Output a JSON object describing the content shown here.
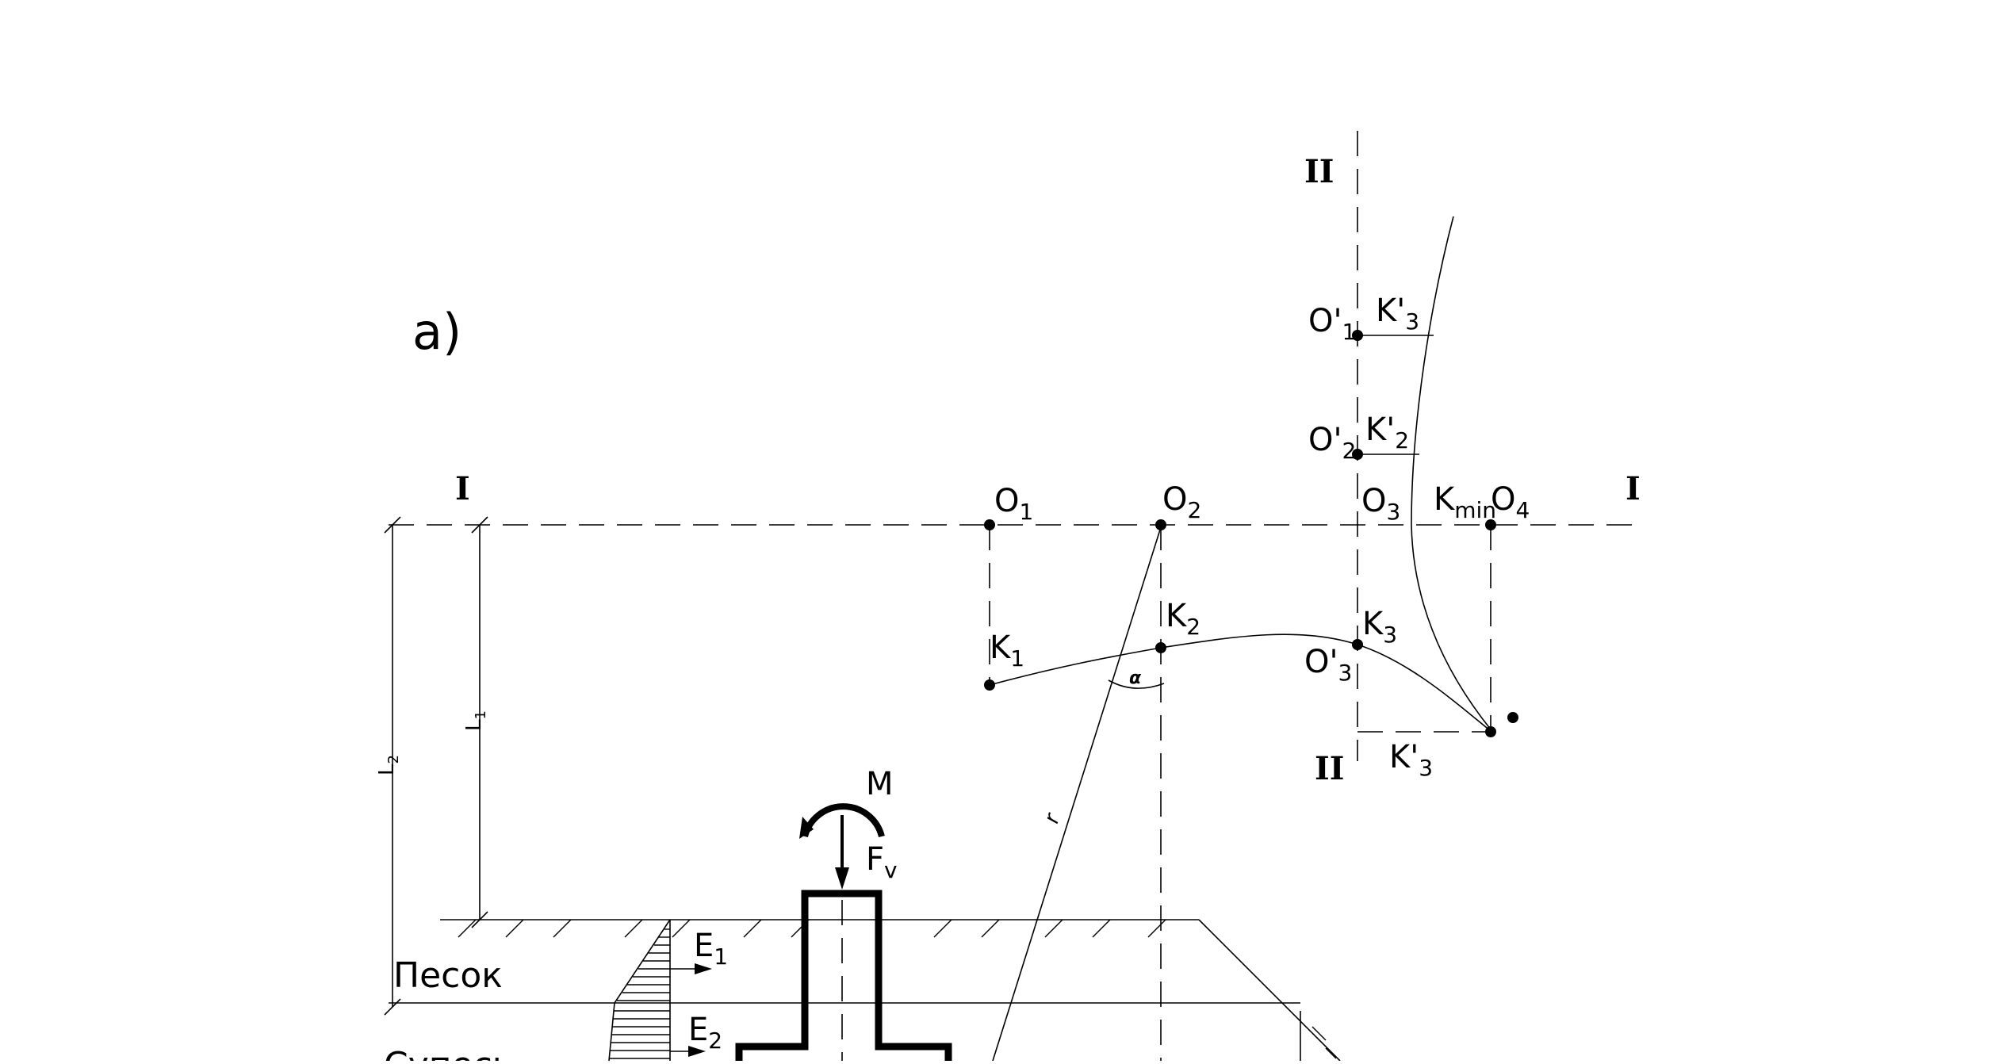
{
  "panel_label": "a)",
  "sections": {
    "horizontal": "I",
    "vertical": "II"
  },
  "points": {
    "O1": {
      "main": "O",
      "sub": "1"
    },
    "O2": {
      "main": "O",
      "sub": "2"
    },
    "O3": {
      "main": "O",
      "sub": "3"
    },
    "O4": {
      "main": "O",
      "sub": "4"
    },
    "O1p": {
      "main": "O'",
      "sub": "1"
    },
    "O2p": {
      "main": "O'",
      "sub": "2"
    },
    "O3p": {
      "main": "O'",
      "sub": "3"
    },
    "K1": {
      "main": "K",
      "sub": "1"
    },
    "K2": {
      "main": "K",
      "sub": "2"
    },
    "K3": {
      "main": "K",
      "sub": "3"
    },
    "K1p": {
      "main": "K'",
      "sub": "3"
    },
    "K2p": {
      "main": "K'",
      "sub": "2"
    },
    "K3p_bottom": {
      "main": "K'",
      "sub": "3"
    },
    "Kmin": {
      "main": "K",
      "sub": "min"
    }
  },
  "dimensions": {
    "L1": {
      "main": "L",
      "sub": "1"
    },
    "L2": {
      "main": "L",
      "sub": "2"
    },
    "radius": "r",
    "angle": "α"
  },
  "loads": {
    "moment": "M",
    "vertical_force": {
      "main": "F",
      "sub": "v"
    },
    "E1": {
      "main": "E",
      "sub": "1"
    },
    "E2": {
      "main": "E",
      "sub": "2"
    }
  },
  "soil_layers": [
    "Песок",
    "Супесь"
  ]
}
